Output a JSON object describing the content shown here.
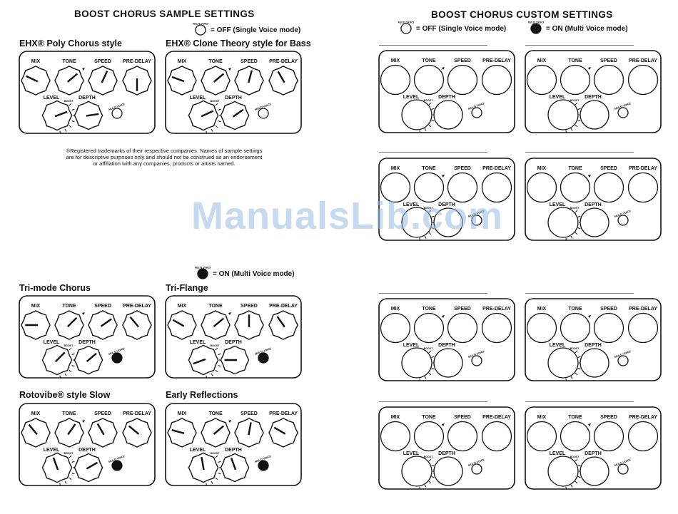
{
  "left_title": "BOOST CHORUS SAMPLE SETTINGS",
  "right_title": "BOOST CHORUS CUSTOM SETTINGS",
  "legend_off": {
    "value": "= OFF",
    "text": "(Single Voice mode)"
  },
  "legend_on": {
    "value": "= ON",
    "text": "(Multi Voice mode)"
  },
  "legend_off_right": "= OFF (Single Voice mode)",
  "legend_on_right": "= ON (Multi Voice mode)",
  "knob_labels": {
    "mix": "MIX",
    "tone": "TONE",
    "speed": "SPEED",
    "predelay": "PRE-DELAY",
    "level": "LEVEL",
    "boost": "BOOST",
    "depth": "DEPTH",
    "multivoice": "MULTI VOICE"
  },
  "trademark_note": [
    "®Registered trademarks of their respective companies. Names of sample settings",
    "are for descriptive purposes only and should not be construed as an endorsement",
    "or affiliation with any companies, products or artists named."
  ],
  "watermark": "ManualsLib.com",
  "colors": {
    "ink": "#111111",
    "watermark": "#96b9e1"
  },
  "samples": [
    {
      "name": "EHX® Poly Chorus style",
      "multi_voice": "off"
    },
    {
      "name": "EHX® Clone Theory style for Bass",
      "multi_voice": "off"
    },
    {
      "name": "Tri-mode Chorus",
      "multi_voice": "on"
    },
    {
      "name": "Tri-Flange",
      "multi_voice": "on"
    },
    {
      "name": "Rotovibe® style Slow",
      "multi_voice": "on"
    },
    {
      "name": "Early Reflections",
      "multi_voice": "on"
    }
  ]
}
